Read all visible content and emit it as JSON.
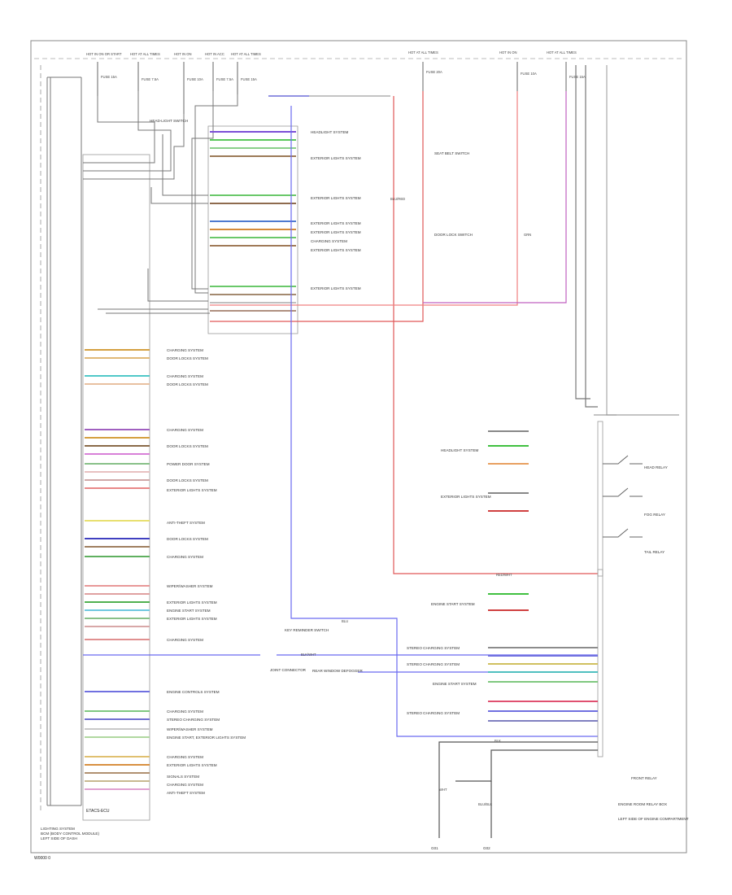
{
  "diagram": {
    "footer_code": "W0000 0",
    "caption_left": [
      "LIGHTING SYSTEM",
      "BCM (BODY CONTROL MODULE)",
      "LEFT SIDE OF DASH"
    ],
    "caption_right": [
      "ENGINE ROOM RELAY BOX",
      "LEFT SIDE OF ENGINE COMPARTMENT"
    ],
    "right_box_label": "FRONT RELAY",
    "left_box_label": "ETACS-ECU",
    "top_connectors": [
      {
        "label": "HOT IN ON OR START",
        "fuse": "FUSE 15A"
      },
      {
        "label": "HOT AT ALL TIMES",
        "fuse": "FUSE 7.5A"
      },
      {
        "label": "HOT IN ON",
        "fuse": "FUSE 10A"
      },
      {
        "label": "HOT IN ACC",
        "fuse": "FUSE 7.5A"
      },
      {
        "label": "HOT AT ALL TIMES",
        "fuse": "FUSE 15A"
      },
      {
        "label": "HOT AT ALL TIMES",
        "fuse": "FUSE 20A"
      },
      {
        "label": "HOT IN ON",
        "fuse": "FUSE 10A"
      },
      {
        "label": "HOT AT ALL TIMES",
        "fuse": "FUSE 15A"
      }
    ],
    "system_labels_mid": [
      "HEADLIGHT SYSTEM",
      "EXTERIOR LIGHTS SYSTEM",
      "EXTERIOR LIGHTS SYSTEM",
      "EXTERIOR LIGHTS SYSTEM",
      "EXTERIOR LIGHTS SYSTEM",
      "CHARGING SYSTEM",
      "EXTERIOR LIGHTS SYSTEM",
      "EXTERIOR LIGHTS SYSTEM"
    ],
    "system_labels_left": [
      "CHARGING SYSTEM",
      "DOOR LOCKS SYSTEM",
      "CHARGING SYSTEM",
      "DOOR LOCKS SYSTEM",
      "CHARGING SYSTEM",
      "DOOR LOCKS SYSTEM",
      "POWER DOOR SYSTEM",
      "DOOR LOCKS SYSTEM",
      "EXTERIOR LIGHTS SYSTEM",
      "ANTI-THEFT SYSTEM",
      "DOOR LOCKS SYSTEM",
      "CHARGING SYSTEM",
      "WIPER/WASHER SYSTEM",
      "EXTERIOR LIGHTS SYSTEM",
      "ENGINE START SYSTEM",
      "EXTERIOR LIGHTS SYSTEM",
      "CHARGING SYSTEM",
      "ENGINE CONTROLS SYSTEM",
      "CHARGING SYSTEM",
      "STEREO CHARGING SYSTEM",
      "WIPER/WASHER SYSTEM",
      "ENGINE START, EXTERIOR LIGHTS SYSTEM",
      "CHARGING SYSTEM",
      "EXTERIOR LIGHTS SYSTEM",
      "SIGNALS SYSTEM",
      "CHARGING SYSTEM",
      "ANTI-THEFT SYSTEM"
    ],
    "system_labels_right": [
      "STEREO CHARGING SYSTEM",
      "STEREO CHARGING SYSTEM",
      "ENGINE START SYSTEM",
      "STEREO CHARGING SYSTEM"
    ],
    "components": [
      "HEAD-LIGHT SWITCH",
      "SEAT BELT SWITCH",
      "DOOR LOCK SWITCH",
      "HEADLIGHT SYSTEM",
      "EXTERIOR LIGHTS SYSTEM",
      "ENGINE START SYSTEM",
      "KEY REMINDER SWITCH",
      "JOINT CONNECTOR",
      "REAR WINDOW DEFOGGER"
    ],
    "wire_labels": [
      "GRN",
      "BLU/RED",
      "RED/WHT",
      "BLK/WHT",
      "BLU",
      "BLK",
      "WHT",
      "BLU/BLK"
    ],
    "ground_labels": [
      "G01",
      "G02"
    ],
    "relay_labels": [
      "HEAD RELAY",
      "FOG RELAY",
      "TAIL RELAY"
    ]
  }
}
